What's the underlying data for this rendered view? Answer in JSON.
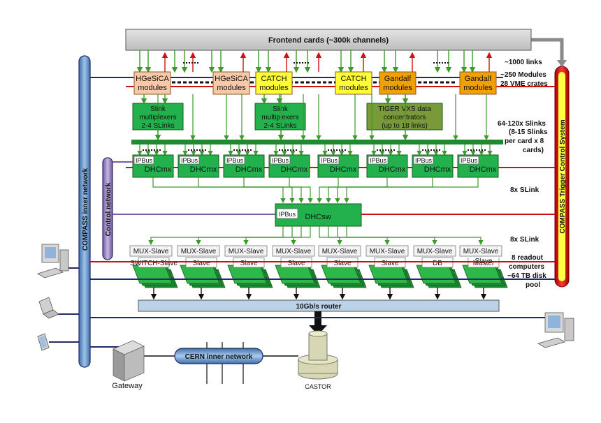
{
  "frontend": {
    "label": "Frontend cards (~300k channels)"
  },
  "modules": [
    {
      "line1": "HGeSiCA",
      "line2": "modules",
      "fill": "#f7c9a8"
    },
    {
      "line1": "HGeSiCA",
      "line2": "modules",
      "fill": "#f7c9a8"
    },
    {
      "line1": "CATCH",
      "line2": "modules",
      "fill": "#ffff33"
    },
    {
      "line1": "CATCH",
      "line2": "modules",
      "fill": "#ffff33"
    },
    {
      "line1": "Gandalf",
      "line2": "modules",
      "fill": "#f0a000"
    },
    {
      "line1": "Gandalf",
      "line2": "modules",
      "fill": "#f0a000"
    }
  ],
  "concentrators": [
    {
      "line1": "Slink",
      "line2": "multiplexers",
      "line3": "2-4 SLinks"
    },
    {
      "line1": "Slink",
      "line2": "multiplexers",
      "line3": "2-4 SLinks"
    },
    {
      "line1": "TIGER VXS data",
      "line2": "concentrators",
      "line3": "(up to 18 links)"
    }
  ],
  "dhcmx": {
    "ipbus": "IPBus",
    "name": "DHCmx"
  },
  "dhcsw": {
    "ipbus": "IPBus",
    "name": "DHCsw"
  },
  "mux_label": "MUX-Slave",
  "computers": [
    "SWITCH-Slave",
    "Slave",
    "Slave",
    "Slave",
    "Slave",
    "Slave",
    "DB",
    "Master"
  ],
  "computer8_top": "Slave",
  "router": {
    "label": "10Gb/s router"
  },
  "right_notes": {
    "links": "~1000 links",
    "modules1": "~250 Modules",
    "modules2": "28 VME crates",
    "slinks1": "64-120x Slinks",
    "slinks2": "(8-15 Slinks",
    "slinks3": "per card x 8",
    "slinks4": "cards)",
    "slink_a": "8x SLink",
    "slink_b": "8x SLink",
    "readout1": "8 readout",
    "readout2": "computers",
    "readout3": "~64 TB disk",
    "readout4": "pool"
  },
  "compass_inner": "COMPASS inner network",
  "control_net": "Control network",
  "trigger": "COMPASS Trigger Control System",
  "cern_net": "CERN inner network",
  "gateway": "Gateway",
  "castor": "CASTOR",
  "colors": {
    "green": "#22b14c",
    "darkgreen": "#1f8a30",
    "arrow_green": "#3a9a2a",
    "red": "#cc1111",
    "navy": "#1f2a66",
    "pipe_blue": "#6e9fd0",
    "pipe_purple": "#7a5aa8",
    "gray": "#cfcfcf",
    "router": "#bcd2e8",
    "tiger": "#7a9a3a"
  }
}
